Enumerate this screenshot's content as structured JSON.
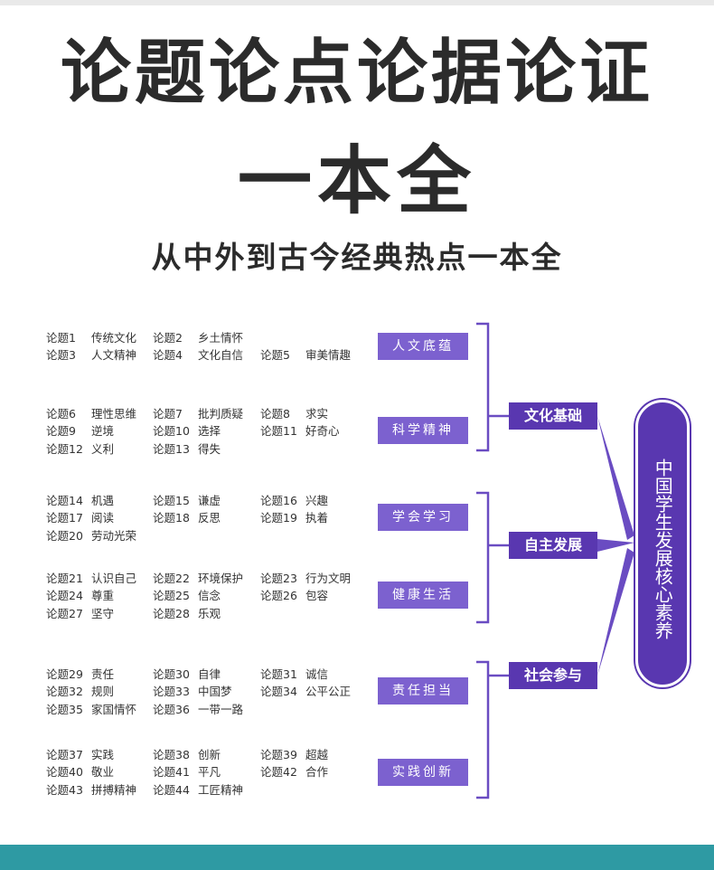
{
  "header": {
    "title_line1": "论题论点论据论证",
    "title_line2": "一本全",
    "subtitle": "从中外到古今经典热点一本全"
  },
  "core": {
    "label": "中国学生发展核心素养"
  },
  "colors": {
    "core": "#5937b0",
    "tag": "#7c61cf",
    "line": "#6a4cc2",
    "bottom_band": "#2e9aa3"
  },
  "categories": [
    {
      "label": "文化基础"
    },
    {
      "label": "自主发展"
    },
    {
      "label": "社会参与"
    }
  ],
  "tags": [
    {
      "label": "人文底蕴"
    },
    {
      "label": "科学精神"
    },
    {
      "label": "学会学习"
    },
    {
      "label": "健康生活"
    },
    {
      "label": "责任担当"
    },
    {
      "label": "实践创新"
    }
  ],
  "groups": [
    [
      {
        "num": "论题1",
        "name": "传统文化"
      },
      {
        "num": "论题2",
        "name": "乡土情怀"
      },
      {
        "num": "论题3",
        "name": "人文精神"
      },
      {
        "num": "论题4",
        "name": "文化自信"
      },
      {
        "num": "论题5",
        "name": "审美情趣"
      }
    ],
    [
      {
        "num": "论题6",
        "name": "理性思维"
      },
      {
        "num": "论题7",
        "name": "批判质疑"
      },
      {
        "num": "论题8",
        "name": "求实"
      },
      {
        "num": "论题9",
        "name": "逆境"
      },
      {
        "num": "论题10",
        "name": "选择"
      },
      {
        "num": "论题11",
        "name": "好奇心"
      },
      {
        "num": "论题12",
        "name": "义利"
      },
      {
        "num": "论题13",
        "name": "得失"
      }
    ],
    [
      {
        "num": "论题14",
        "name": "机遇"
      },
      {
        "num": "论题15",
        "name": "谦虚"
      },
      {
        "num": "论题16",
        "name": "兴趣"
      },
      {
        "num": "论题17",
        "name": "阅读"
      },
      {
        "num": "论题18",
        "name": "反思"
      },
      {
        "num": "论题19",
        "name": "执着"
      },
      {
        "num": "论题20",
        "name": "劳动光荣"
      }
    ],
    [
      {
        "num": "论题21",
        "name": "认识自己"
      },
      {
        "num": "论题22",
        "name": "环境保护"
      },
      {
        "num": "论题23",
        "name": "行为文明"
      },
      {
        "num": "论题24",
        "name": "尊重"
      },
      {
        "num": "论题25",
        "name": "信念"
      },
      {
        "num": "论题26",
        "name": "包容"
      },
      {
        "num": "论题27",
        "name": "坚守"
      },
      {
        "num": "论题28",
        "name": "乐观"
      }
    ],
    [
      {
        "num": "论题29",
        "name": "责任"
      },
      {
        "num": "论题30",
        "name": "自律"
      },
      {
        "num": "论题31",
        "name": "诚信"
      },
      {
        "num": "论题32",
        "name": "规则"
      },
      {
        "num": "论题33",
        "name": "中国梦"
      },
      {
        "num": "论题34",
        "name": "公平公正"
      },
      {
        "num": "论题35",
        "name": "家国情怀"
      },
      {
        "num": "论题36",
        "name": "一带一路"
      }
    ],
    [
      {
        "num": "论题37",
        "name": "实践"
      },
      {
        "num": "论题38",
        "name": "创新"
      },
      {
        "num": "论题39",
        "name": "超越"
      },
      {
        "num": "论题40",
        "name": "敬业"
      },
      {
        "num": "论题41",
        "name": "平凡"
      },
      {
        "num": "论题42",
        "name": "合作"
      },
      {
        "num": "论题43",
        "name": "拼搏精神"
      },
      {
        "num": "论题44",
        "name": "工匠精神"
      }
    ]
  ]
}
